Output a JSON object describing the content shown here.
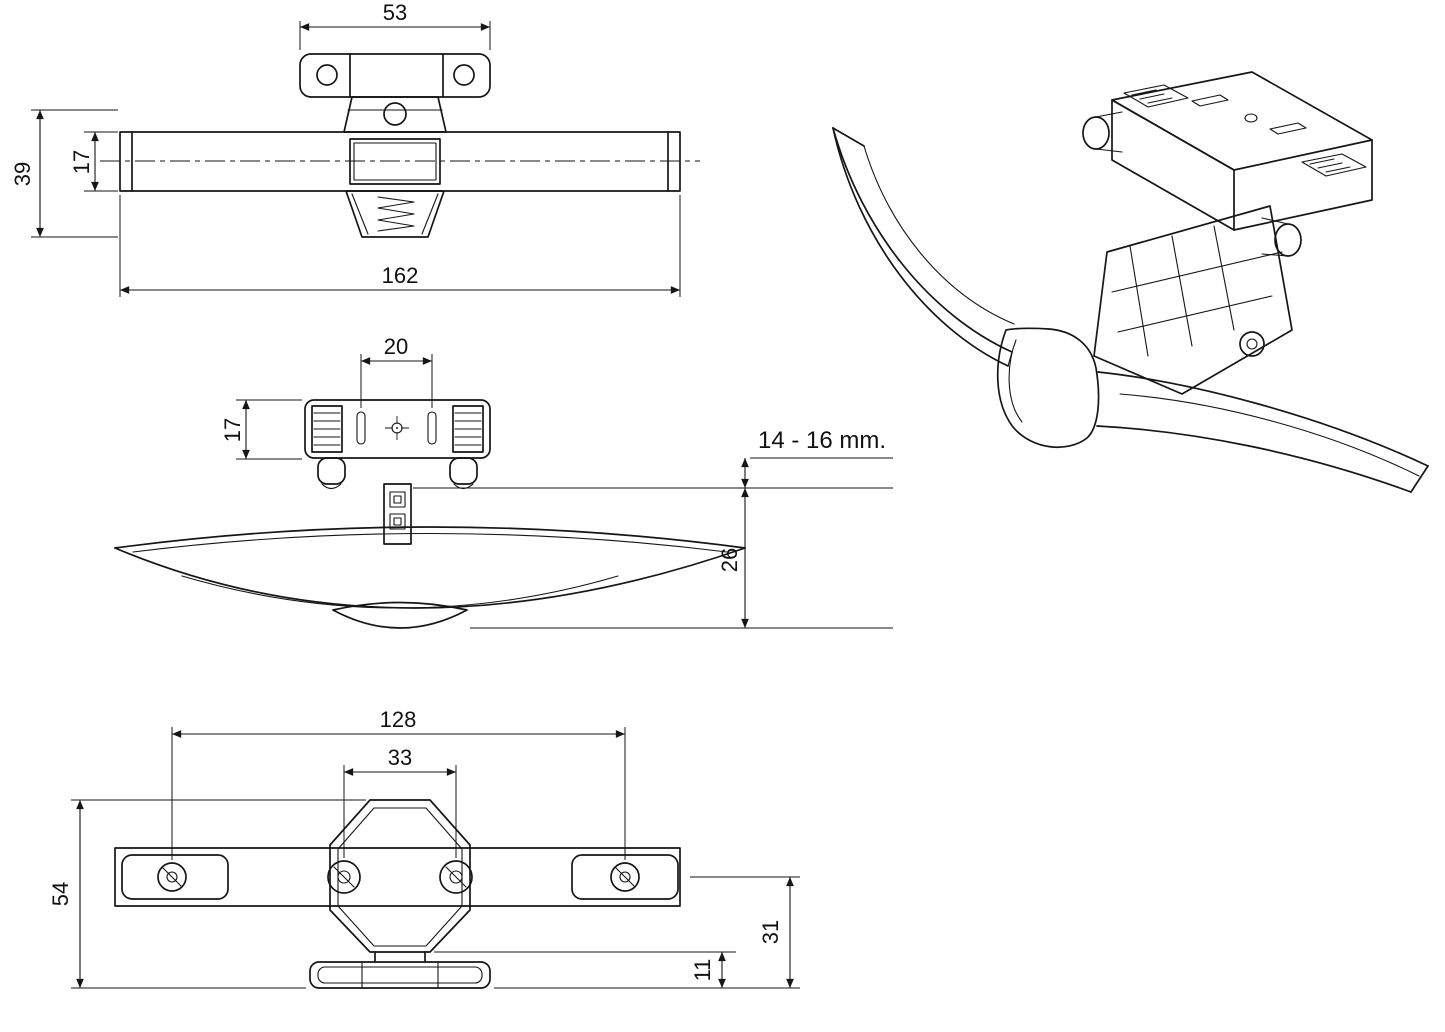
{
  "views": {
    "front": {
      "dims": {
        "plate_width": "53",
        "overall_height": "39",
        "bar_height": "17",
        "overall_length": "162"
      }
    },
    "plan": {
      "dims": {
        "slot_spacing": "20",
        "plate_height": "17",
        "panel_range": "14 - 16 mm.",
        "handle_depth": "26"
      }
    },
    "underside": {
      "dims": {
        "fixing_span": "128",
        "screw_span": "33",
        "overall_width": "54",
        "base_height_small": "11",
        "base_height_large": "31"
      }
    }
  }
}
